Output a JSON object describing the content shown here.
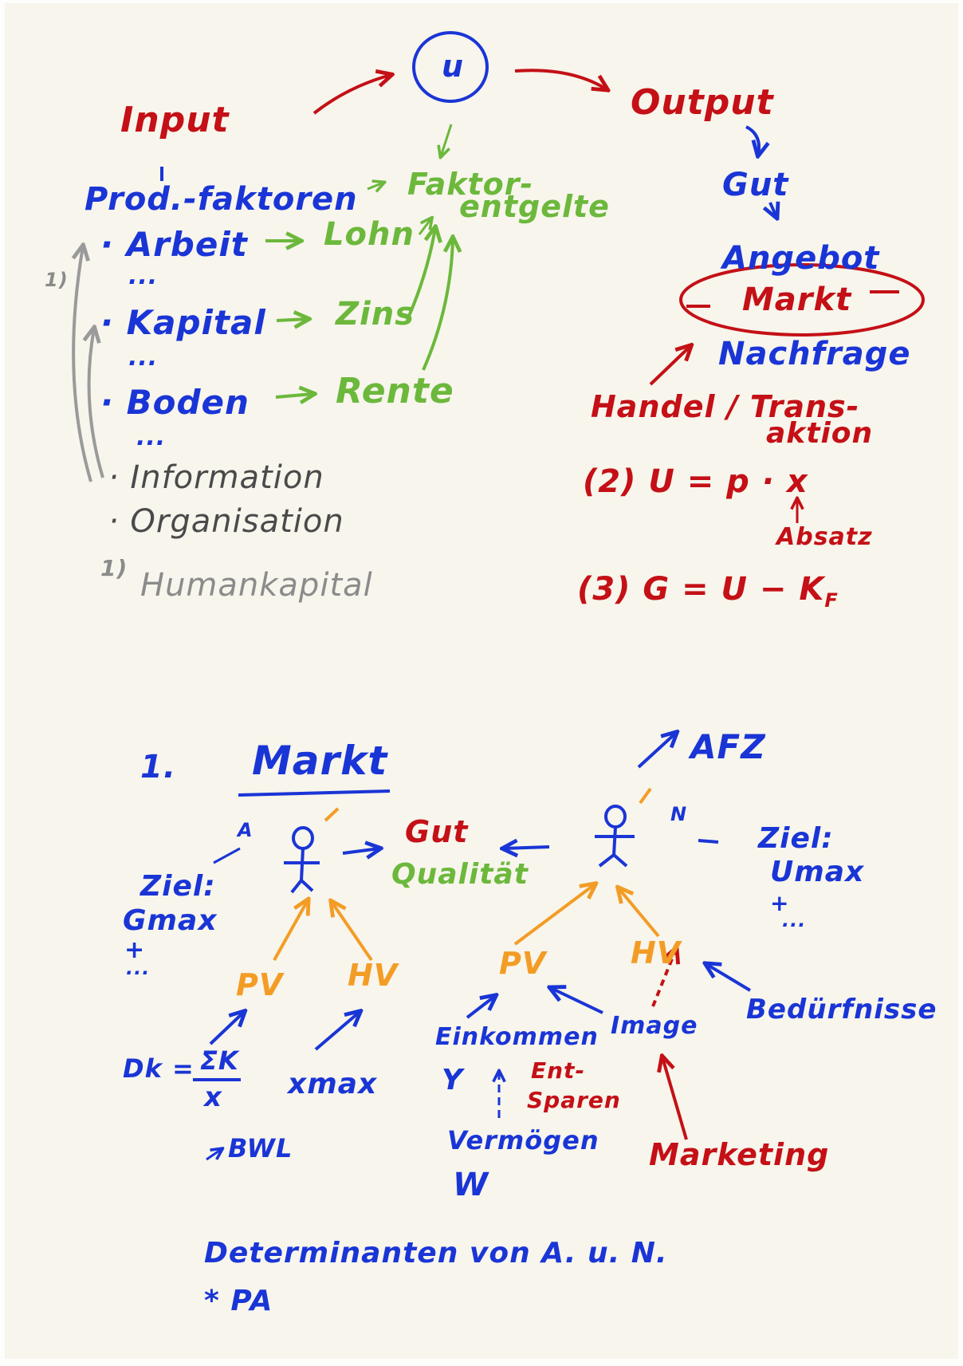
{
  "top": {
    "center": "u",
    "input": "Input",
    "output": "Output",
    "prod_faktoren": "Prod.-faktoren",
    "faktor": "Faktor-",
    "entgelte": "entgelte",
    "arbeit": "· Arbeit",
    "lohn": "Lohn",
    "dots1": "...",
    "kapital": "· Kapital",
    "zins": "Zins",
    "dots2": "...",
    "boden": "· Boden",
    "rente": "Rente",
    "dots3": "...",
    "information": "· Information",
    "organisation": "· Organisation",
    "note_mark": "1)",
    "note_mark_left": "1)",
    "humankapital": "Humankapital",
    "gut": "Gut",
    "angebot": "Angebot",
    "markt": "Markt",
    "nachfrage": "Nachfrage",
    "handel": "Handel / Trans-",
    "aktion": "aktion",
    "eq2": "(2)  U = p · x",
    "absatz": "Absatz",
    "eq3_lead": "(3)  G = U − K",
    "eq3_sub": "F"
  },
  "bottom": {
    "num": "1.",
    "markt": "Markt",
    "afz": "AFZ",
    "a_label": "A",
    "n_label": "N",
    "gut": "Gut",
    "qualitaet": "Qualität",
    "ziel_left": "Ziel:",
    "gmax": "Gmax",
    "plus_left": "+",
    "dots_left": "...",
    "ziel_right": "Ziel:",
    "umax": "Umax",
    "plus_right": "+",
    "dots_right": "...",
    "pv_left": "PV",
    "hv_left": "HV",
    "pv_right": "PV",
    "hv_right": "HV",
    "dk": "Dk =",
    "sum_k": "ΣK",
    "x_den": "x",
    "xmax": "xmax",
    "bwl": "BWL",
    "einkommen": "Einkommen",
    "image": "Image",
    "beduerfnisse": "Bedürfnisse",
    "y_sym": "Y",
    "ent": "Ent-",
    "sparen": "Sparen",
    "vermoegen": "Vermögen",
    "w_sym": "W",
    "marketing": "Marketing",
    "determinanten": "Determinanten von A. u. N.",
    "star_pa": "* PA"
  }
}
